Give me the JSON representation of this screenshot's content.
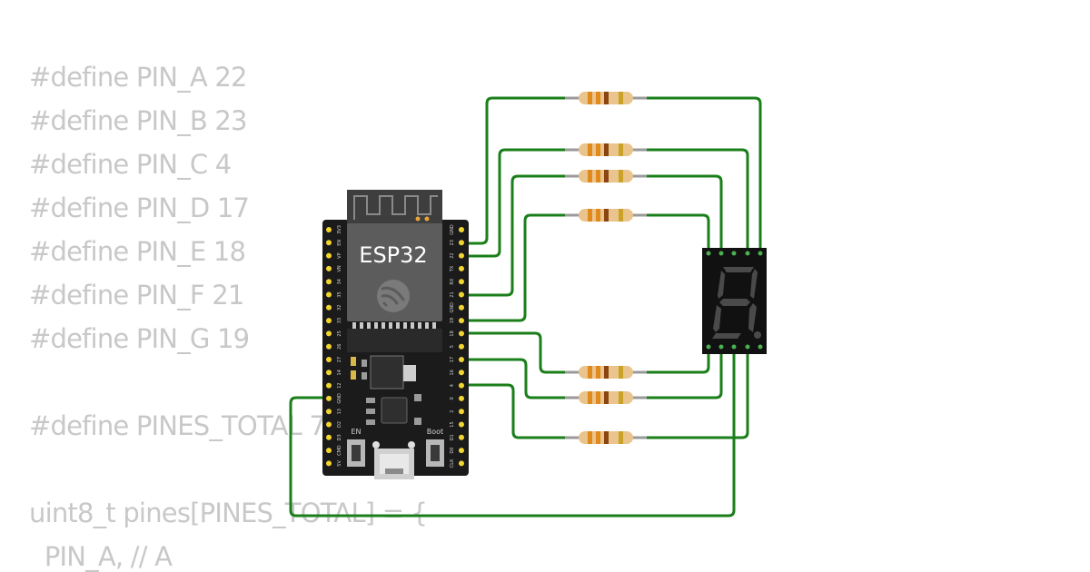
{
  "code": {
    "lines": [
      "#define PIN_A 22",
      "#define PIN_B 23",
      "#define PIN_C 4",
      "#define PIN_D 17",
      "#define PIN_E 18",
      "#define PIN_F 21",
      "#define PIN_G 19",
      "",
      "#define PINES_TOTAL 7",
      "",
      "uint8_t pines[PINES_TOTAL] = {",
      "  PIN_A, // A"
    ]
  },
  "board": {
    "module_label": "ESP32",
    "button_en": "EN",
    "button_boot": "Boot",
    "left_pins": [
      "3V3",
      "EN",
      "VP",
      "VN",
      "34",
      "35",
      "32",
      "33",
      "25",
      "26",
      "27",
      "14",
      "12",
      "GND",
      "13",
      "D2",
      "D3",
      "CMD",
      "5V"
    ],
    "right_pins": [
      "GND",
      "23",
      "22",
      "TX",
      "RX",
      "21",
      "GND",
      "19",
      "18",
      "5",
      "17",
      "16",
      "4",
      "0",
      "2",
      "15",
      "D1",
      "D0",
      "CLK"
    ]
  },
  "colors": {
    "wire": "#1a7f1a",
    "code_text": "#c8c8c8",
    "board": "#1b1b1b",
    "pin": "#f2d531",
    "resistor_body": "#e9c48c",
    "segment_off": "#4a4a4a"
  }
}
